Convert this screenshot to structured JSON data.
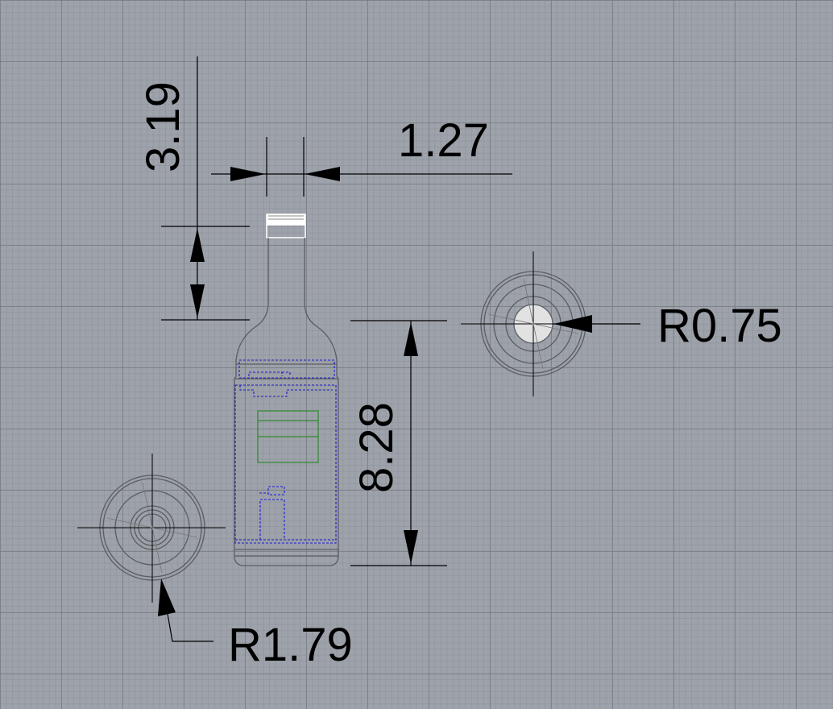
{
  "dimensions": {
    "neck_height": "3.19",
    "neck_width": "1.27",
    "body_height": "8.28",
    "mouth_radius": "R0.75",
    "base_radius": "R1.79"
  },
  "colors": {
    "background": "#9ea2aa",
    "dimension_lines": "#000000",
    "bottle_outline": "#5a5d62",
    "hidden_lines": "#1a1ad4",
    "label_lines": "#2e8a2e",
    "cap_fill": "#e2e2e2"
  }
}
